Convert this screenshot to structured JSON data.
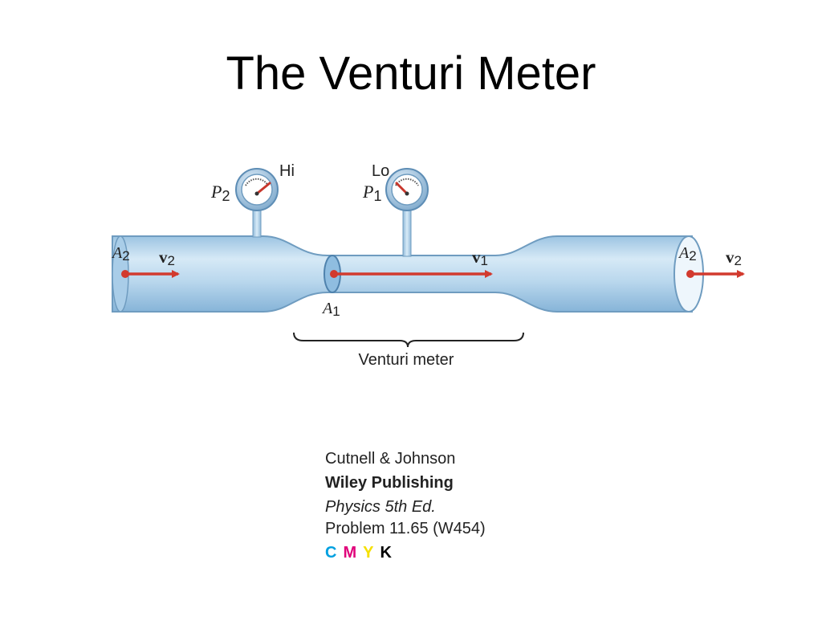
{
  "title": "The Venturi Meter",
  "diagram": {
    "gauge_hi": {
      "label": "Hi",
      "pressure_symbol": "P",
      "pressure_sub": "2"
    },
    "gauge_lo": {
      "label": "Lo",
      "pressure_symbol": "P",
      "pressure_sub": "1"
    },
    "area_inlet": {
      "symbol": "A",
      "sub": "2"
    },
    "velocity_inlet": {
      "symbol": "v",
      "sub": "2"
    },
    "area_throat": {
      "symbol": "A",
      "sub": "1"
    },
    "velocity_throat": {
      "symbol": "v",
      "sub": "1"
    },
    "area_outlet": {
      "symbol": "A",
      "sub": "2"
    },
    "velocity_outlet": {
      "symbol": "v",
      "sub": "2"
    },
    "brace_label": "Venturi meter",
    "colors": {
      "pipe_fill": "#bcd9ee",
      "pipe_edge": "#6f9cc0",
      "arrow": "#d23a2e"
    }
  },
  "credits": {
    "authors": "Cutnell & Johnson",
    "publisher": "Wiley Publishing",
    "book": "Physics 5th Ed.",
    "problem": "Problem 11.65 (W454)",
    "cmyk": [
      "C",
      "M",
      "Y",
      "K"
    ],
    "cmyk_colors": [
      "#00a0e0",
      "#e0007a",
      "#f5e000",
      "#000000"
    ]
  }
}
